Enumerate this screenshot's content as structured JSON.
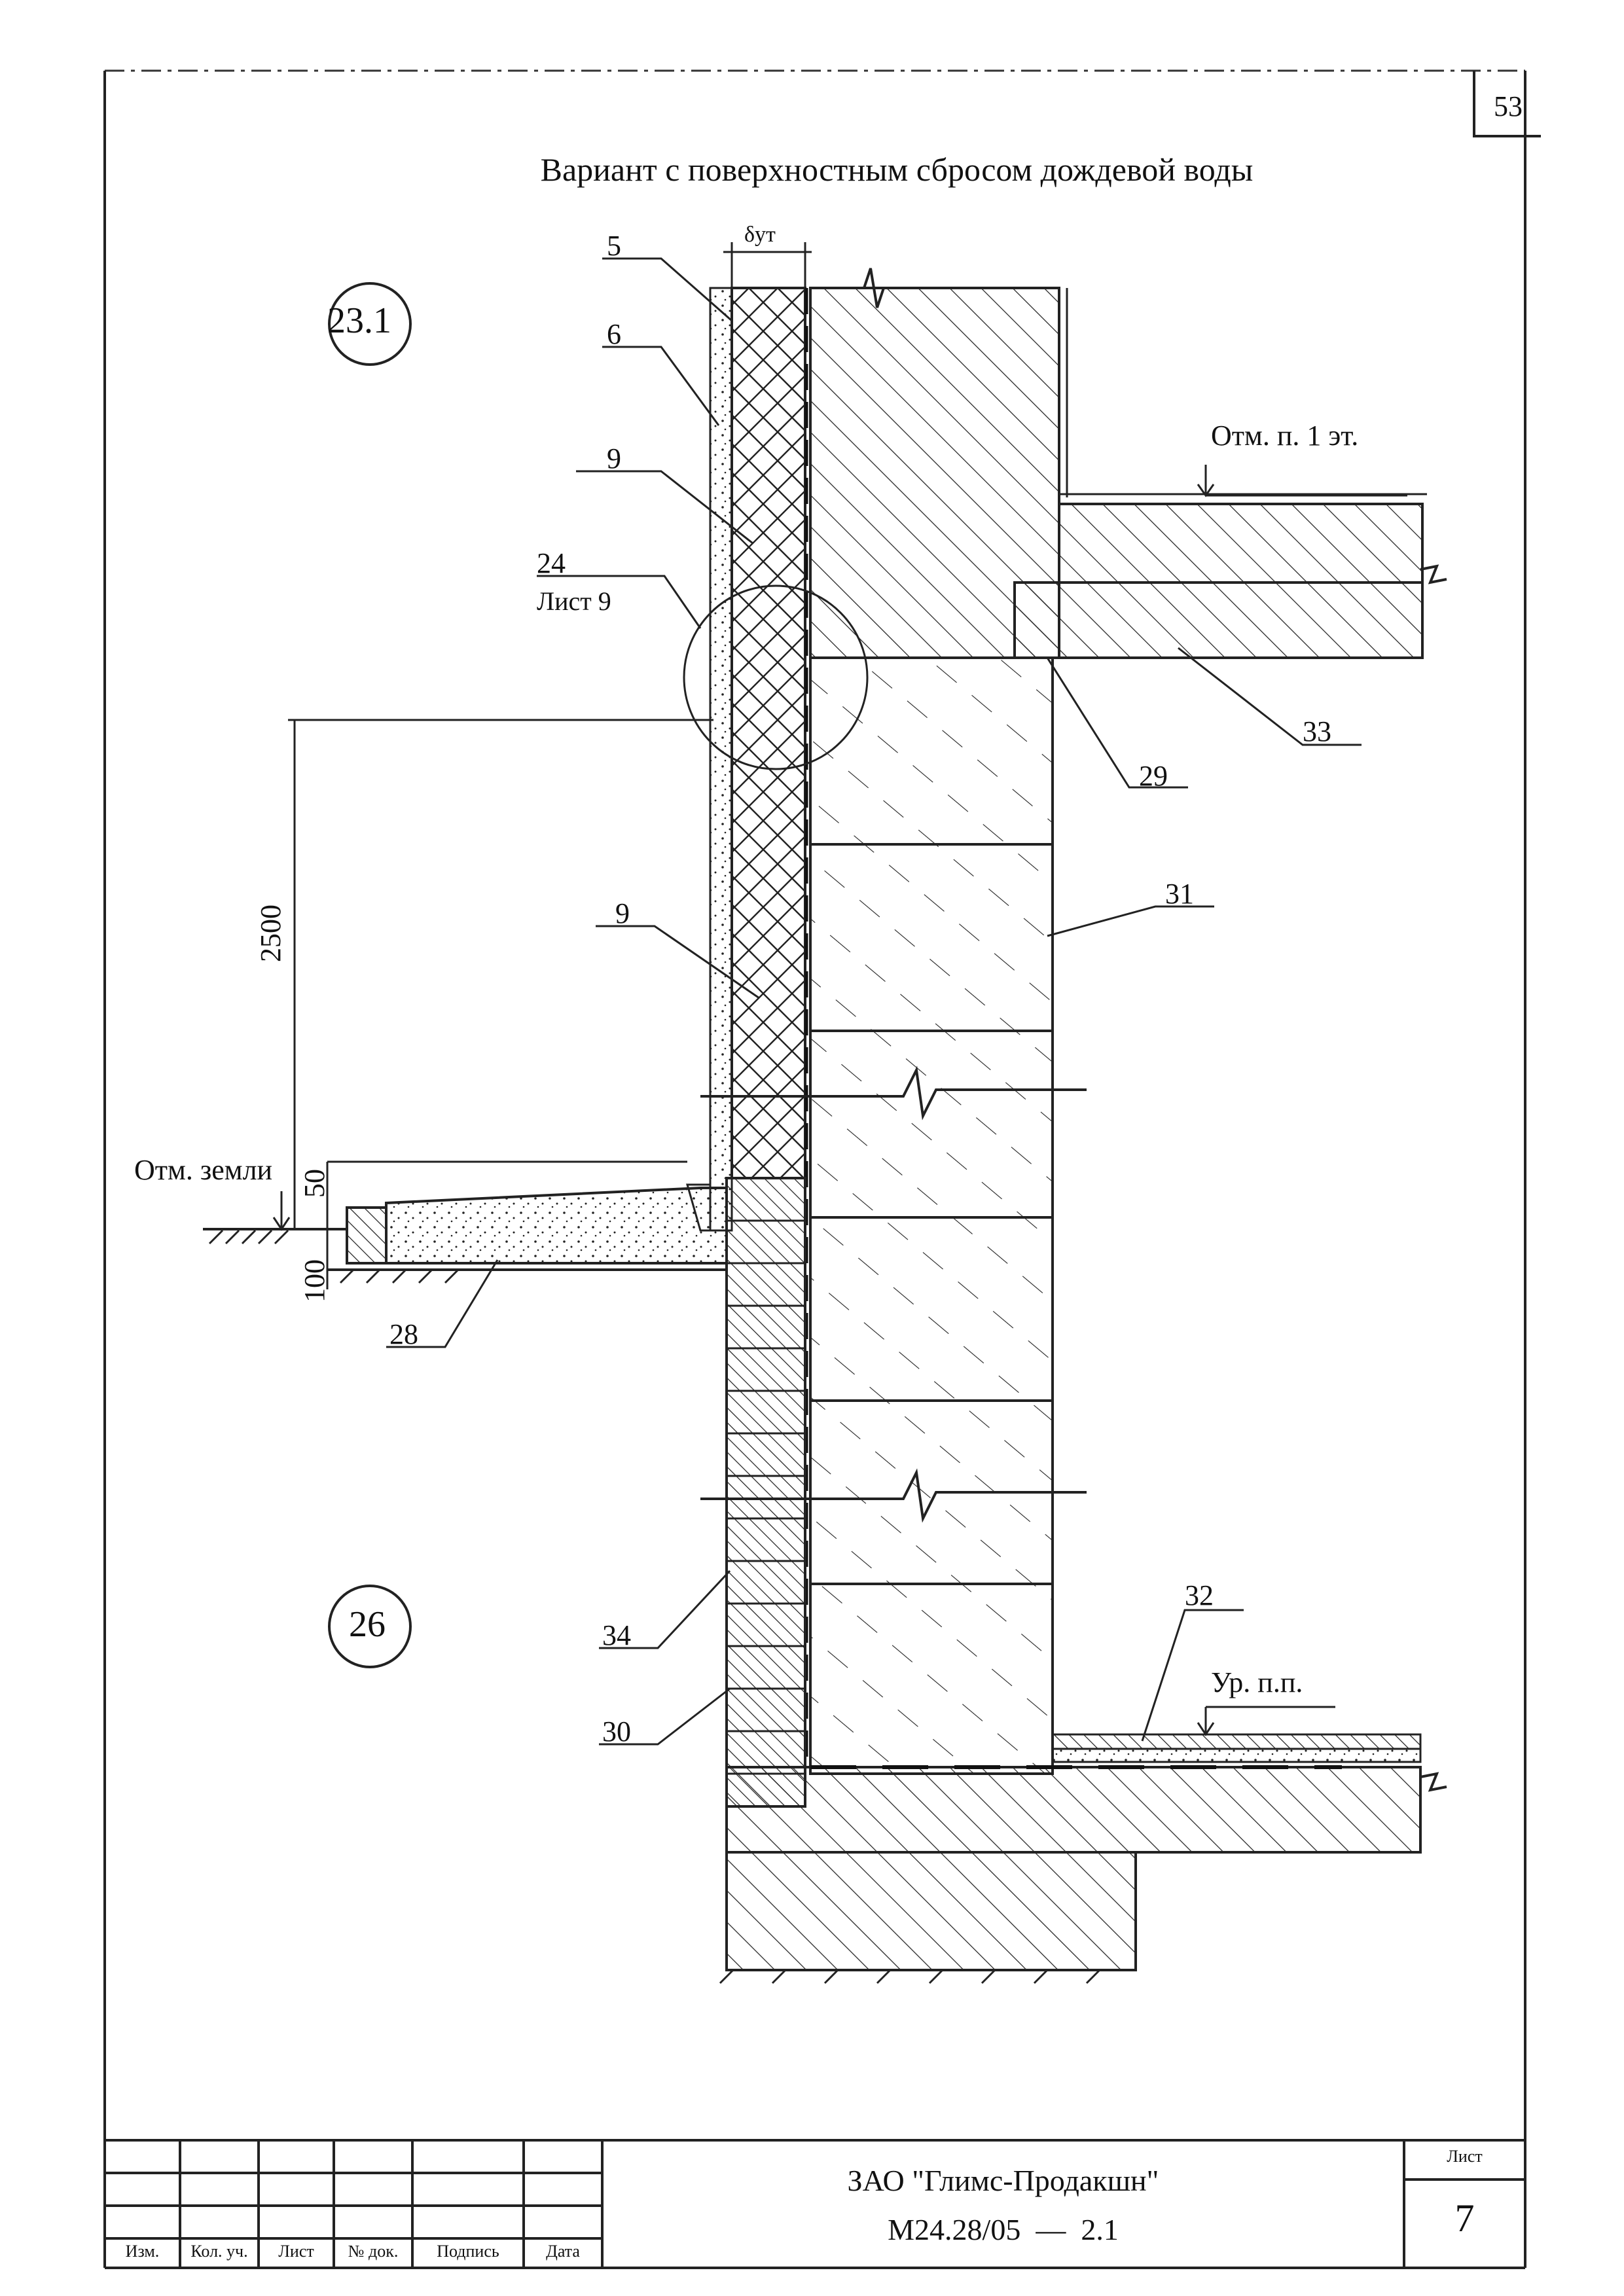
{
  "sheet_corner_number": "53",
  "title": "Вариант с поверхностным сбросом дождевой воды",
  "node_markers": {
    "top": "23.1",
    "bottom": "26"
  },
  "callouts": {
    "c5": "5",
    "c6": "6",
    "c9a": "9",
    "c9b": "9",
    "c24": "24",
    "c24_sheet": "Лист 9",
    "c33": "33",
    "c29": "29",
    "c31": "31",
    "c28": "28",
    "c34": "34",
    "c30": "30",
    "c32": "32"
  },
  "levels": {
    "floor1": "Отм. п. 1 эт.",
    "ground": "Отм. земли",
    "basement": "Ур. п.п."
  },
  "dimensions": {
    "insulation_thickness": "δут",
    "height_2500": "2500",
    "gap_50": "50",
    "depth_100": "100"
  },
  "stamp": {
    "headers": [
      "Изм.",
      "Кол. уч.",
      "Лист",
      "№ док.",
      "Подпись",
      "Дата"
    ],
    "company": "ЗАО \"Глимс-Продакшн\"",
    "code": "М24.28/05  —  2.1",
    "sheet_label": "Лист",
    "sheet_number": "7"
  }
}
